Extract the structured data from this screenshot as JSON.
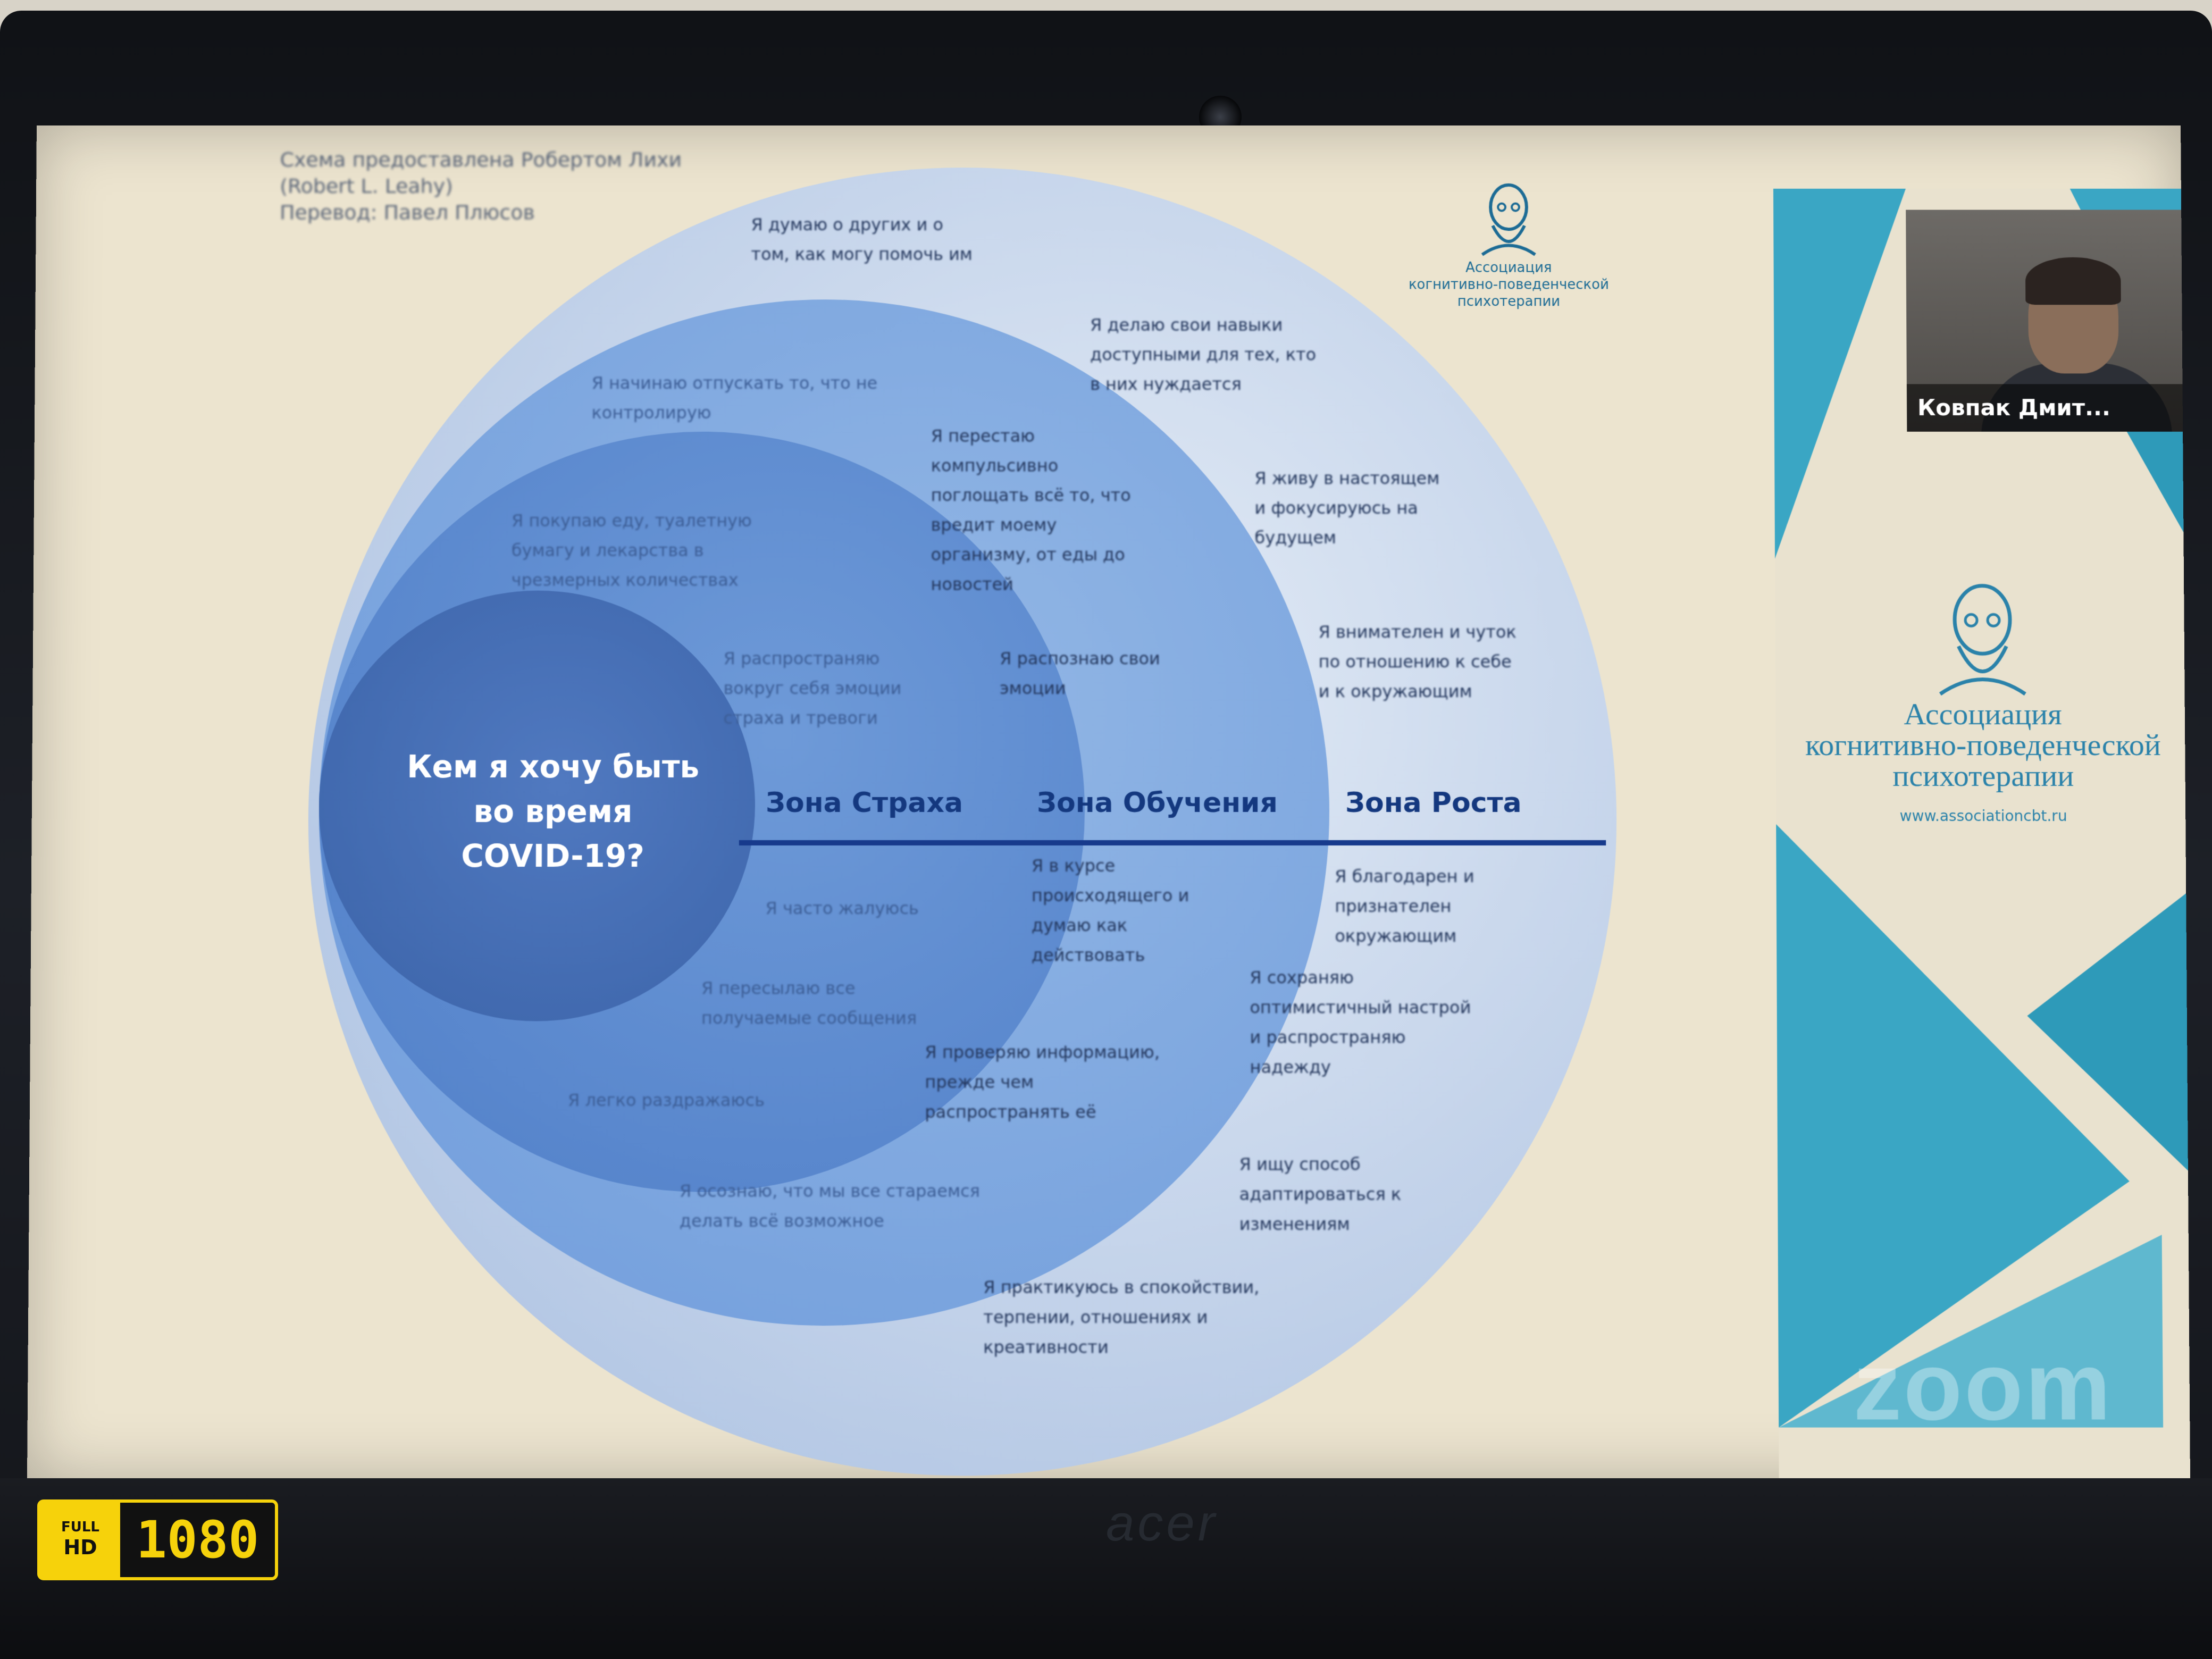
{
  "slide": {
    "credit_lines": "Схема предоставлена Робертом Лихи\n(Robert L. Leahy)\nПеревод: Павел Плюсов",
    "core_question": "Кем я хочу быть\nво время\nCOVID-19?",
    "zones": {
      "fear": "Зона Страха",
      "learning": "Зона Обучения",
      "growth": "Зона Роста"
    },
    "statements": {
      "growth_top_1": "Я думаю о других и о\nтом, как могу помочь им",
      "growth_top_2": "Я делаю свои навыки\nдоступными для тех, кто\nв них нуждается",
      "growth_3": "Я живу в настоящем\nи фокусируюсь на\nбудущем",
      "growth_4": "Я внимателен и чуток\nпо отношению к себе\nи к окружающим",
      "growth_5": "Я благодарен и\nпризнателен\nокружающим",
      "growth_6": "Я сохраняю\nоптимистичный настрой\nи распространяю\nнадежду",
      "growth_7": "Я ищу способ\nадаптироваться к\nизменениям",
      "growth_8": "Я практикуюсь в спокойствии,\nтерпении, отношениях и\nкреативности",
      "learn_1": "Я начинаю отпускать то, что не\nконтролирую",
      "learn_2": "Я перестаю\nкомпульсивно\nпоглощать всё то, что\nвредит моему\nорганизму, от еды до\nновостей",
      "learn_3": "Я распознаю свои\nэмоции",
      "learn_4": "Я в курсе\nпроисходящего и\nдумаю как\nдействовать",
      "learn_5": "Я проверяю информацию,\nпрежде чем\nраспространять её",
      "learn_6": "Я осознаю, что мы все стараемся\nделать всё возможное",
      "fear_1": "Я покупаю еду, туалетную\nбумагу и лекарства в\nчрезмерных количествах",
      "fear_2": "Я распространяю\nвокруг себя эмоции\nстраха и тревоги",
      "fear_3": "Я часто жалуюсь",
      "fear_4": "Я пересылаю все\nполучаемые сообщения",
      "fear_5": "Я легко раздражаюсь"
    },
    "small_logo_text": "Ассоциация\nкогнитивно-поведенческой\nпсихотерапии"
  },
  "side_panel": {
    "association_name": "Ассоциация\nкогнитивно-поведенческой\nпсихотерапии",
    "website": "www.associationcbt.ru"
  },
  "video": {
    "participant_label": "Ковпак Дмит..."
  },
  "zoom_watermark": "zoom",
  "laptop_brand": "acer",
  "osd": {
    "full": "FULL",
    "hd": "HD",
    "resolution": "1080"
  },
  "colors": {
    "zone_label": "#14387f",
    "growth_circle": "#b9cbe6",
    "learning_circle": "#6e9bdb",
    "fear_circle": "#4f7ec8",
    "core_circle": "#3b63a8",
    "panel_teal": "#3aa6c4",
    "osd_yellow": "#f6d20b"
  }
}
